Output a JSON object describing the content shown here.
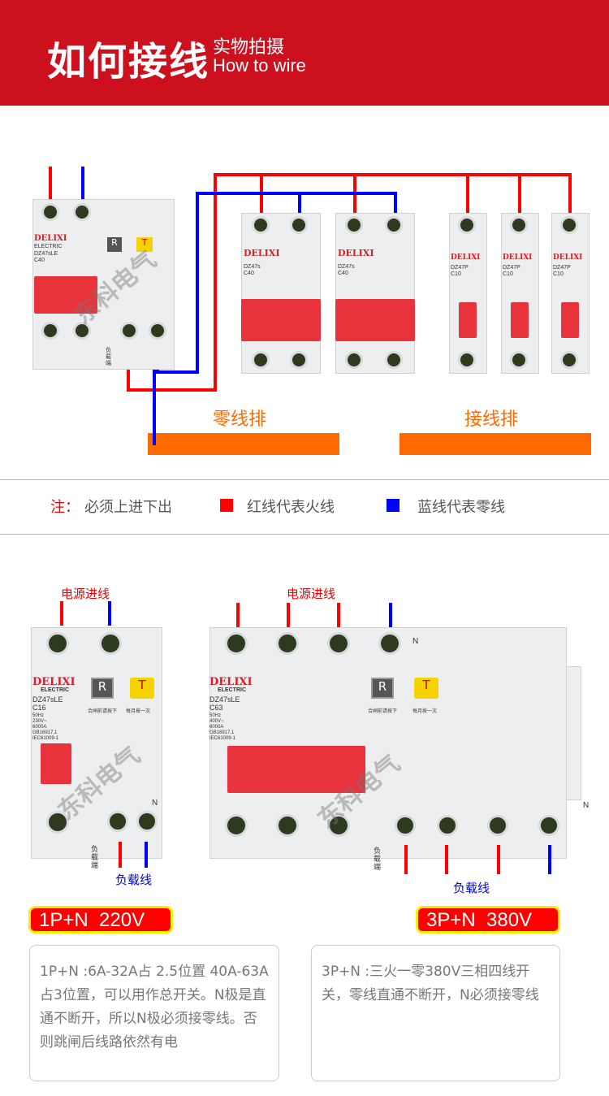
{
  "header": {
    "title": "如何接线",
    "subtitle_cn": "实物拍摄",
    "subtitle_en": "How to wire"
  },
  "diagram": {
    "neutral_bar_label": "零线排",
    "terminal_bar_label": "接线排",
    "main_breaker": {
      "brand": "DELIXI",
      "brand_sub": "ELECTRIC",
      "model": "DZ47sLE",
      "rating": "C40",
      "reset": "R",
      "test": "T",
      "load": "负载端"
    },
    "two_pole": [
      {
        "brand": "DELIXI",
        "model": "DZ47s",
        "rating": "C40"
      },
      {
        "brand": "DELIXI",
        "model": "DZ47s",
        "rating": "C40"
      }
    ],
    "one_pole": [
      {
        "brand": "DELIXI",
        "model": "DZ47P",
        "rating": "C10"
      },
      {
        "brand": "DELIXI",
        "model": "DZ47P",
        "rating": "C10"
      },
      {
        "brand": "DELIXI",
        "model": "DZ47P",
        "rating": "C10"
      }
    ],
    "watermark": "东科电气",
    "colors": {
      "live": "#ff0000",
      "neutral": "#0000ff",
      "bar": "#ff6a00",
      "header": "#cd101d"
    }
  },
  "legend": {
    "note_label": "注：",
    "note_text": "必须上进下出",
    "red_text": "红线代表火线",
    "blue_text": "蓝线代表零线"
  },
  "examples": [
    {
      "input_label": "电源进线",
      "load_label": "负载线",
      "brand": "DELIXI",
      "brand_sub": "ELECTRIC",
      "model": "DZ47sLE",
      "rating": "C16",
      "specs": "50Hz\n230V~\n6000A\nGB16917.1\nIEC61009-1",
      "reset": "R",
      "test": "T",
      "reset_hint": "合闸前请按下",
      "test_hint": "每月按一次",
      "n_label": "N",
      "load_end": "负载端",
      "badge": "1P+N  220V",
      "description": "1P+N :6A-32A占 2.5位置 40A-63A占3位置，可以用作总开关。N极是直通不断开，所以N极必须接零线。否则跳闸后线路依然有电"
    },
    {
      "input_label": "电源进线",
      "load_label": "负载线",
      "brand": "DELIXI",
      "brand_sub": "ELECTRIC",
      "model": "DZ47sLE",
      "rating": "C63",
      "specs": "50Hz\n400V~\n6000A\nGB16917.1\nIEC61009-1",
      "reset": "R",
      "test": "T",
      "reset_hint": "合闸前请按下",
      "test_hint": "每月按一次",
      "n_label": "N",
      "load_end": "负载端",
      "badge": "3P+N  380V",
      "description": "3P+N :三火一零380V三相四线开关，零线直通不断开，N必须接零线"
    }
  ]
}
